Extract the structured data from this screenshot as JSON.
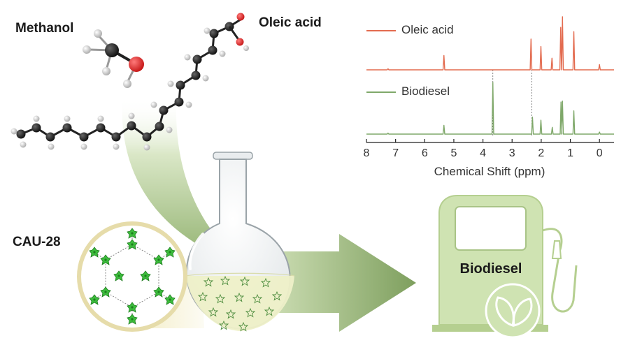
{
  "labels": {
    "methanol": "Methanol",
    "oleic_acid": "Oleic acid",
    "cau": "CAU-28",
    "pump": "Biodiesel"
  },
  "colors": {
    "oleic_spectrum": "#e36b4f",
    "biodiesel_spectrum": "#7fa86a",
    "flask_liquid": "#eef0c8",
    "crystal_green": "#3cbc3c",
    "arrow_green": "#86a865",
    "pump_body": "#cfe3b2",
    "carbon": "#1a1a1a",
    "oxygen": "#d52020",
    "hydrogen": "#d8d8d8"
  },
  "icons": {
    "pump": "fuel-pump-icon",
    "leaves": "leaf-icon",
    "flask": "round-bottom-flask-icon"
  },
  "chart_data": {
    "type": "line",
    "xlabel": "Chemical Shift (ppm)",
    "ylabel": "",
    "xlim": [
      8,
      -0.5
    ],
    "x_ticks": [
      "8",
      "7",
      "6",
      "5",
      "4",
      "3",
      "2",
      "1",
      "0"
    ],
    "legend_position": "top",
    "series": [
      {
        "name": "Oleic acid",
        "color": "#e36b4f",
        "peaks": [
          {
            "ppm": 7.26,
            "intensity": 0.02
          },
          {
            "ppm": 5.34,
            "intensity": 0.27
          },
          {
            "ppm": 2.35,
            "intensity": 0.58
          },
          {
            "ppm": 2.01,
            "intensity": 0.44
          },
          {
            "ppm": 1.63,
            "intensity": 0.22
          },
          {
            "ppm": 1.33,
            "intensity": 0.8
          },
          {
            "ppm": 1.27,
            "intensity": 1.0
          },
          {
            "ppm": 0.88,
            "intensity": 0.72
          },
          {
            "ppm": 0.0,
            "intensity": 0.1
          }
        ]
      },
      {
        "name": "Biodiesel",
        "color": "#7fa86a",
        "peaks": [
          {
            "ppm": 7.26,
            "intensity": 0.02
          },
          {
            "ppm": 5.34,
            "intensity": 0.17
          },
          {
            "ppm": 3.66,
            "intensity": 1.0
          },
          {
            "ppm": 2.3,
            "intensity": 0.33
          },
          {
            "ppm": 2.01,
            "intensity": 0.27
          },
          {
            "ppm": 1.62,
            "intensity": 0.13
          },
          {
            "ppm": 1.32,
            "intensity": 0.62
          },
          {
            "ppm": 1.27,
            "intensity": 0.64
          },
          {
            "ppm": 0.88,
            "intensity": 0.45
          },
          {
            "ppm": 0.0,
            "intensity": 0.04
          }
        ]
      }
    ],
    "reference_lines_ppm": [
      3.66,
      2.32
    ]
  }
}
